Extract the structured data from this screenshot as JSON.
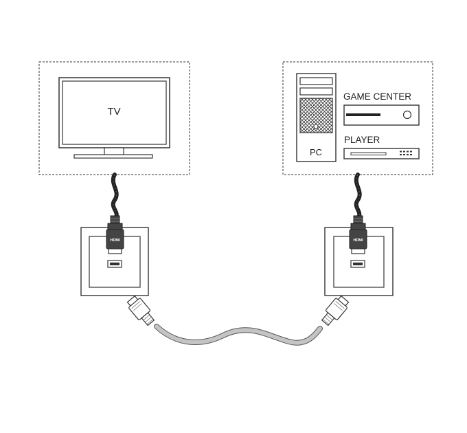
{
  "tv_box": {
    "label": "TV"
  },
  "source_box": {
    "pc_label": "PC",
    "game_center_label": "GAME CENTER",
    "player_label": "PLAYER"
  },
  "plugs": {
    "top_label": "HDMI"
  },
  "colors": {
    "line": "#333333",
    "cable_dark": "#222222",
    "cable_light": "#c4c4c4",
    "plug_dark": "#444444",
    "plug_light": "#ffffff"
  }
}
